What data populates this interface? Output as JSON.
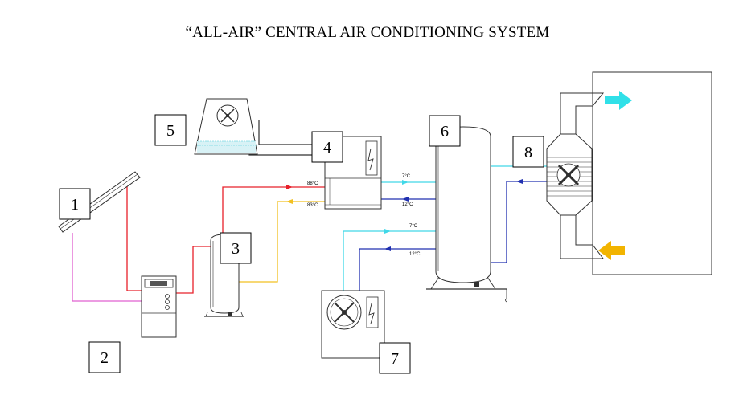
{
  "title": "“ALL-AIR” CENTRAL AIR CONDITIONING SYSTEM",
  "colors": {
    "hot_supply": "#e8202a",
    "hot_return": "#f2c020",
    "cold_supply": "#40d8e8",
    "cold_return": "#2030b0",
    "solar_loop": "#e060d0",
    "outline": "#303030",
    "supply_arrow": "#30e0e8",
    "return_arrow": "#f2b400"
  },
  "components": [
    {
      "number": "1",
      "icon": "solar-collector-icon"
    },
    {
      "number": "2",
      "icon": "controller-unit-icon"
    },
    {
      "number": "3",
      "icon": "hot-water-storage-tank-icon"
    },
    {
      "number": "4",
      "icon": "absorption-chiller-icon"
    },
    {
      "number": "5",
      "icon": "cooling-tower-icon"
    },
    {
      "number": "6",
      "icon": "cold-water-storage-tank-icon"
    },
    {
      "number": "7",
      "icon": "backup-chiller-icon"
    },
    {
      "number": "8",
      "icon": "air-handling-unit-icon"
    }
  ],
  "temperatures": {
    "hot_in": "88°C",
    "hot_out": "83°C",
    "chiller_cold_out": "7°C",
    "chiller_cold_in": "12°C",
    "backup_cold_out": "7°C",
    "backup_cold_in": "12°C"
  }
}
